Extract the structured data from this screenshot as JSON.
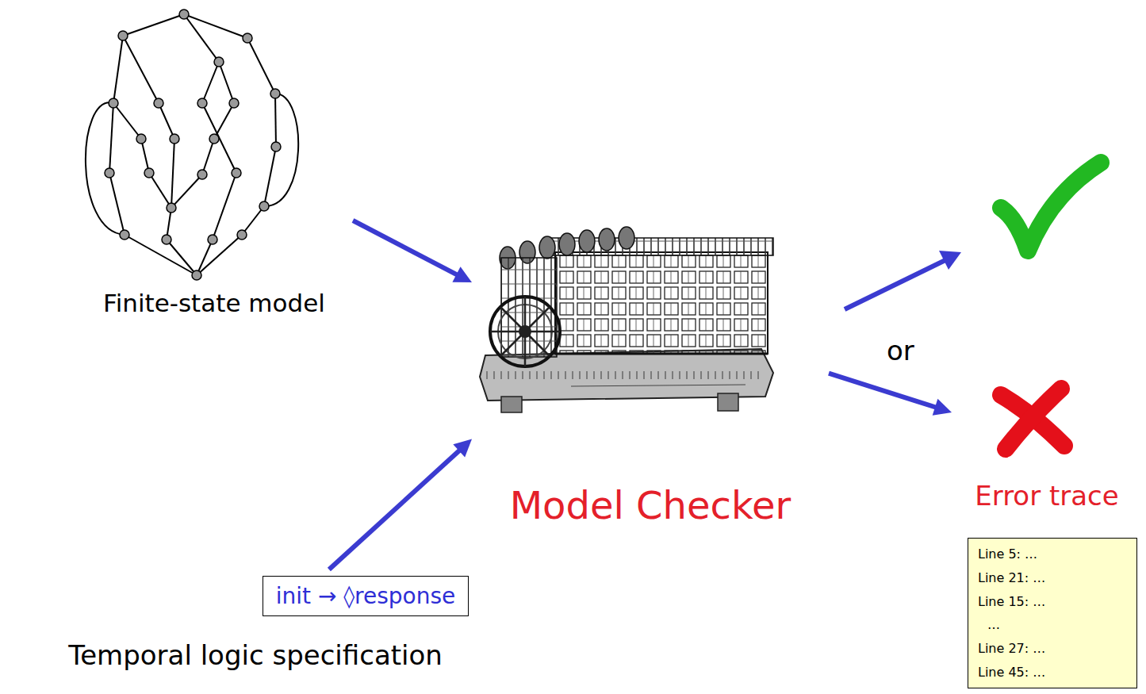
{
  "diagram": {
    "nodes": [
      {
        "text": [
          "Finite-state model"
        ]
      },
      {
        "text": [
          "init → ◊response",
          "Temporal logic specification"
        ]
      },
      {
        "text": [
          "Model Checker"
        ]
      },
      {
        "text": [
          "Error trace"
        ]
      },
      {
        "text": [
          "Line 5: …",
          "Line 21: …",
          "Line 15: …",
          "…",
          "Line 27: …",
          "Line 45: …"
        ]
      }
    ],
    "edges": [
      {
        "from": 0,
        "to": 2,
        "arrow": "to"
      },
      {
        "from": 1,
        "to": 2,
        "arrow": "to"
      },
      {
        "from": 2,
        "to": 3,
        "arrow": "to"
      }
    ],
    "labels": [
      "or"
    ]
  }
}
